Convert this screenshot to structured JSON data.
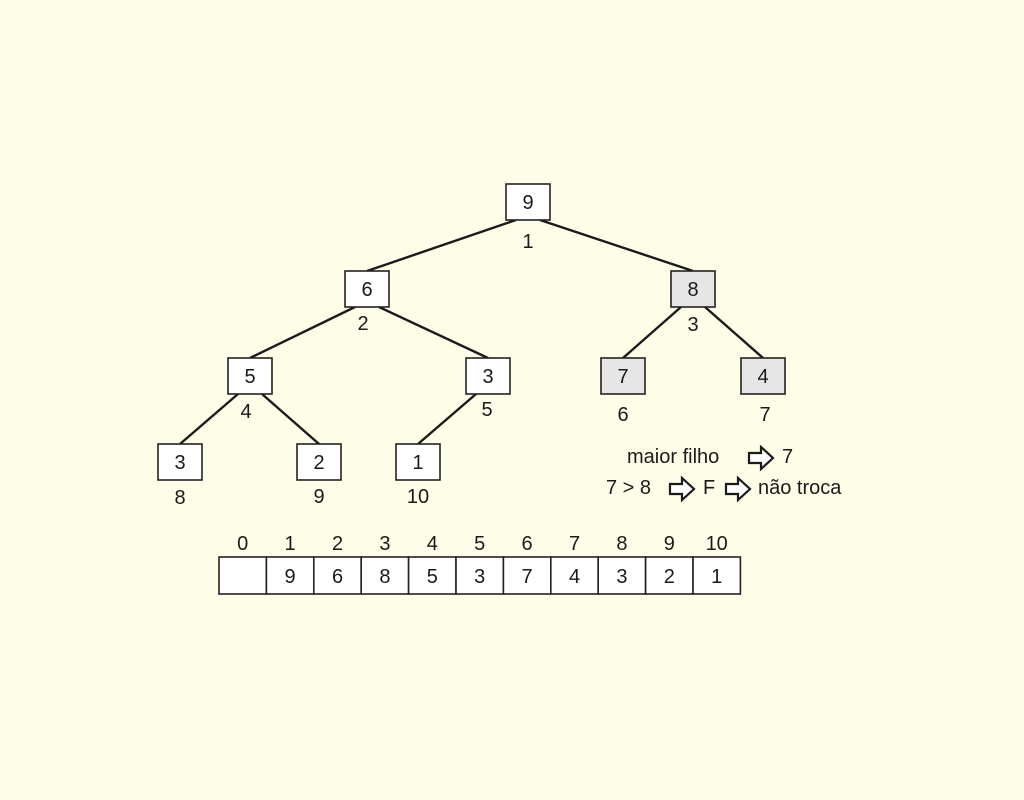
{
  "colors": {
    "background": "#fdfde8",
    "node_fill": "#ffffff",
    "highlight_fill": "#e6e6e6",
    "stroke": "#222222"
  },
  "tree": {
    "nodes": [
      {
        "index": "1",
        "value": "9",
        "highlighted": false
      },
      {
        "index": "2",
        "value": "6",
        "highlighted": false
      },
      {
        "index": "3",
        "value": "8",
        "highlighted": true
      },
      {
        "index": "4",
        "value": "5",
        "highlighted": false
      },
      {
        "index": "5",
        "value": "3",
        "highlighted": false
      },
      {
        "index": "6",
        "value": "7",
        "highlighted": true
      },
      {
        "index": "7",
        "value": "4",
        "highlighted": true
      },
      {
        "index": "8",
        "value": "3",
        "highlighted": false
      },
      {
        "index": "9",
        "value": "2",
        "highlighted": false
      },
      {
        "index": "10",
        "value": "1",
        "highlighted": false
      }
    ],
    "edges": [
      [
        1,
        2
      ],
      [
        1,
        3
      ],
      [
        2,
        4
      ],
      [
        2,
        5
      ],
      [
        3,
        6
      ],
      [
        3,
        7
      ],
      [
        4,
        8
      ],
      [
        4,
        9
      ],
      [
        5,
        10
      ]
    ]
  },
  "annotation": {
    "line1": {
      "text": "maior filho",
      "result": "7"
    },
    "line2": {
      "comparison": "7 > 8",
      "result": "F",
      "outcome": "não troca"
    }
  },
  "array": {
    "indices": [
      "0",
      "1",
      "2",
      "3",
      "4",
      "5",
      "6",
      "7",
      "8",
      "9",
      "10"
    ],
    "values": [
      "",
      "9",
      "6",
      "8",
      "5",
      "3",
      "7",
      "4",
      "3",
      "2",
      "1"
    ]
  }
}
